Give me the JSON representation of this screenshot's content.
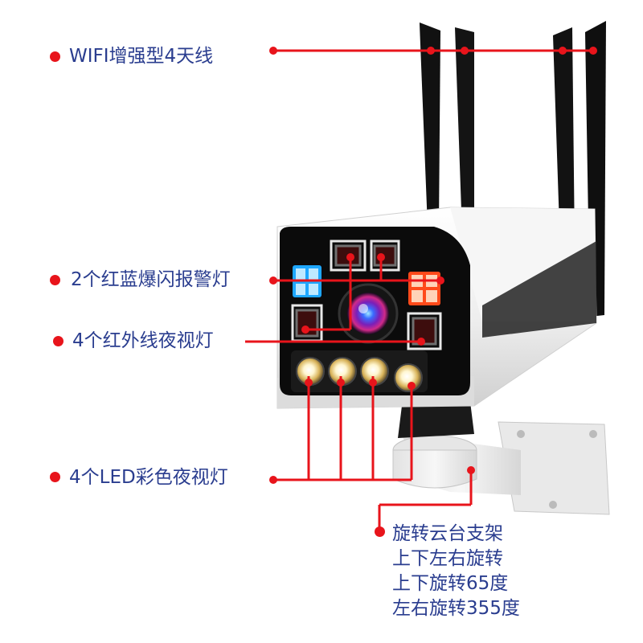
{
  "colors": {
    "callout_red": "#e8141b",
    "label_blue": "#2a3d8f",
    "antenna": "#111111",
    "housing": "#f4f4f4",
    "face": "#0b0b0b",
    "blue_light": "#1ea7ff",
    "red_light": "#ff4a1a"
  },
  "callouts": {
    "antennas": "WIFI增强型4天线",
    "alarm_lights": "2个红蓝爆闪报警灯",
    "ir_lights": "4个红外线夜视灯",
    "led_lights": "4个LED彩色夜视灯",
    "bracket": {
      "lines": [
        "旋转云台支架",
        "上下左右旋转",
        "上下旋转65度",
        "左右旋转355度"
      ]
    }
  },
  "icons": [
    "bullet-dot-icon"
  ]
}
